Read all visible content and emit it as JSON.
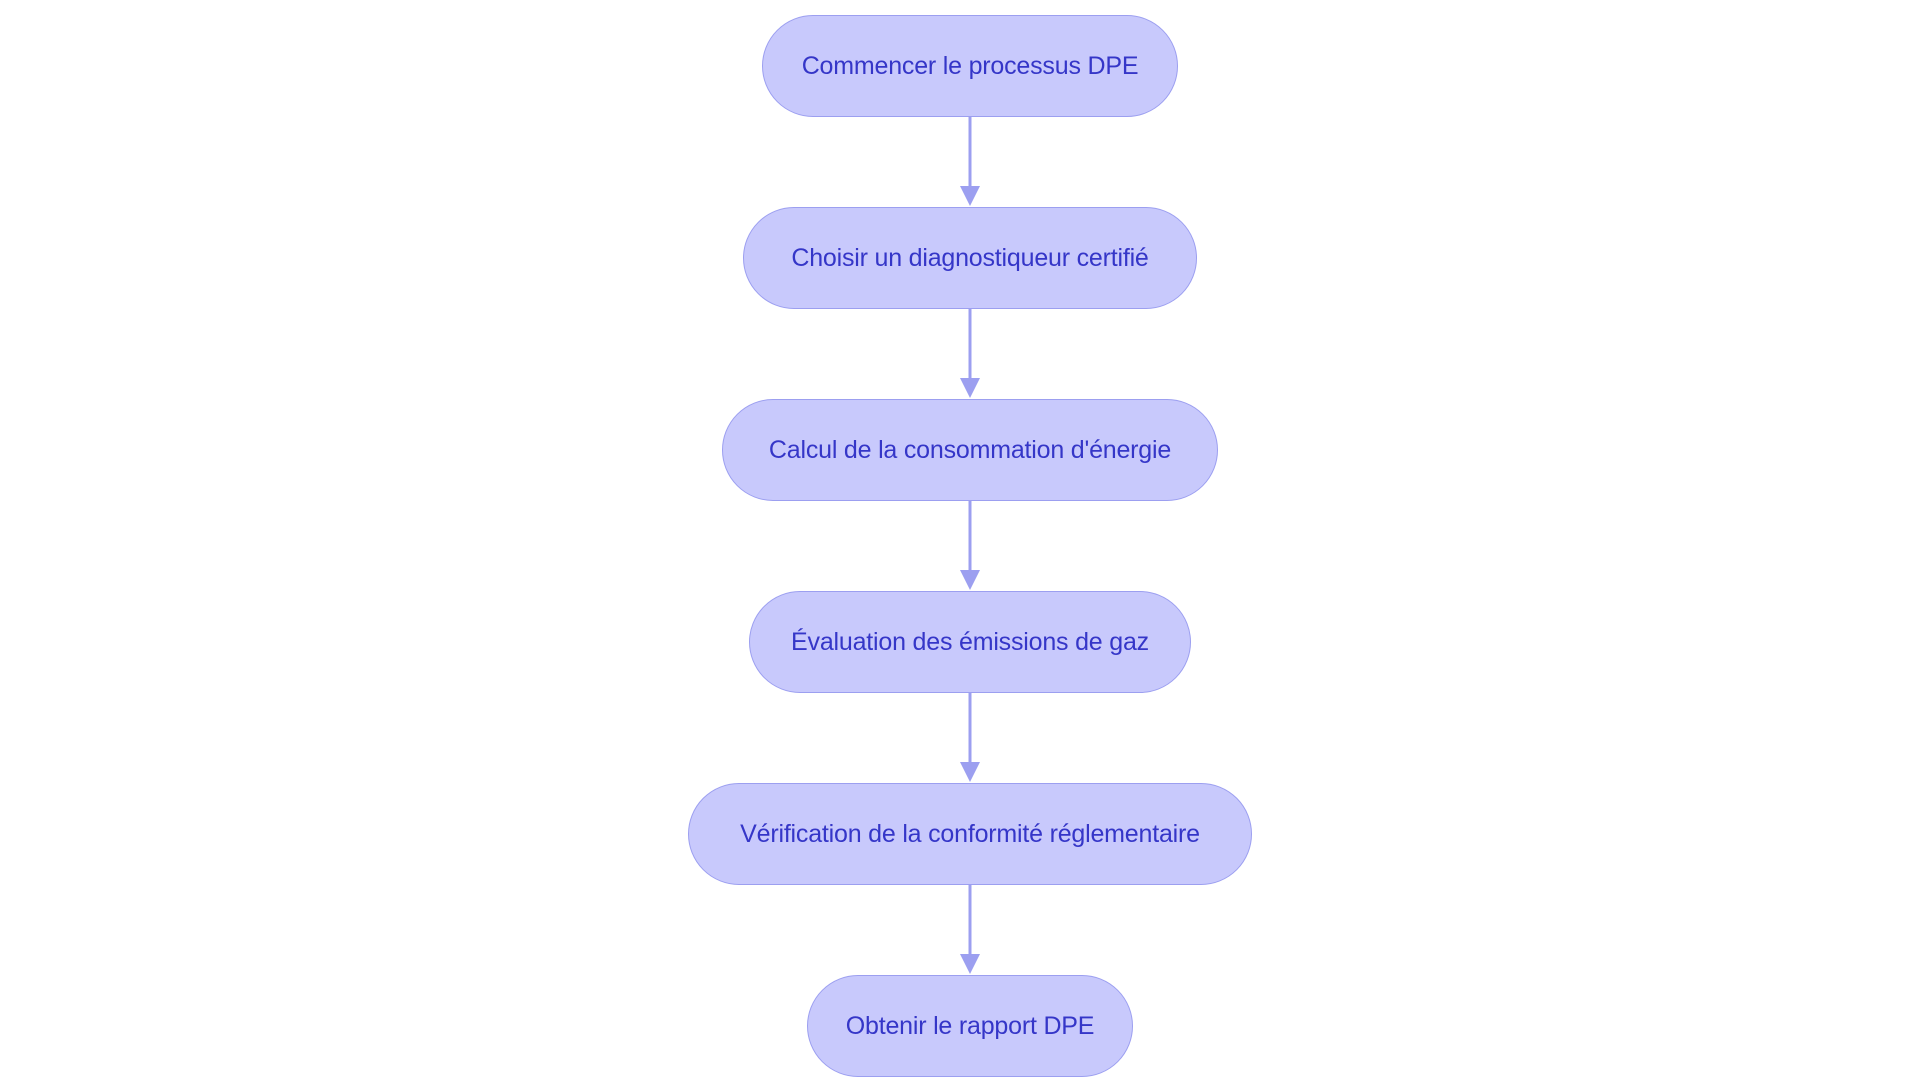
{
  "flowchart": {
    "colors": {
      "node_fill": "#c8c9fc",
      "node_border": "#9c9ff0",
      "node_text": "#3536c8",
      "connector": "#9c9ff0"
    },
    "steps": [
      {
        "label": "Commencer le processus DPE"
      },
      {
        "label": "Choisir un diagnostiqueur certifié"
      },
      {
        "label": "Calcul de la consommation d'énergie"
      },
      {
        "label": "Évaluation des émissions de gaz"
      },
      {
        "label": "Vérification de la conformité réglementaire"
      },
      {
        "label": "Obtenir le rapport DPE"
      }
    ]
  }
}
